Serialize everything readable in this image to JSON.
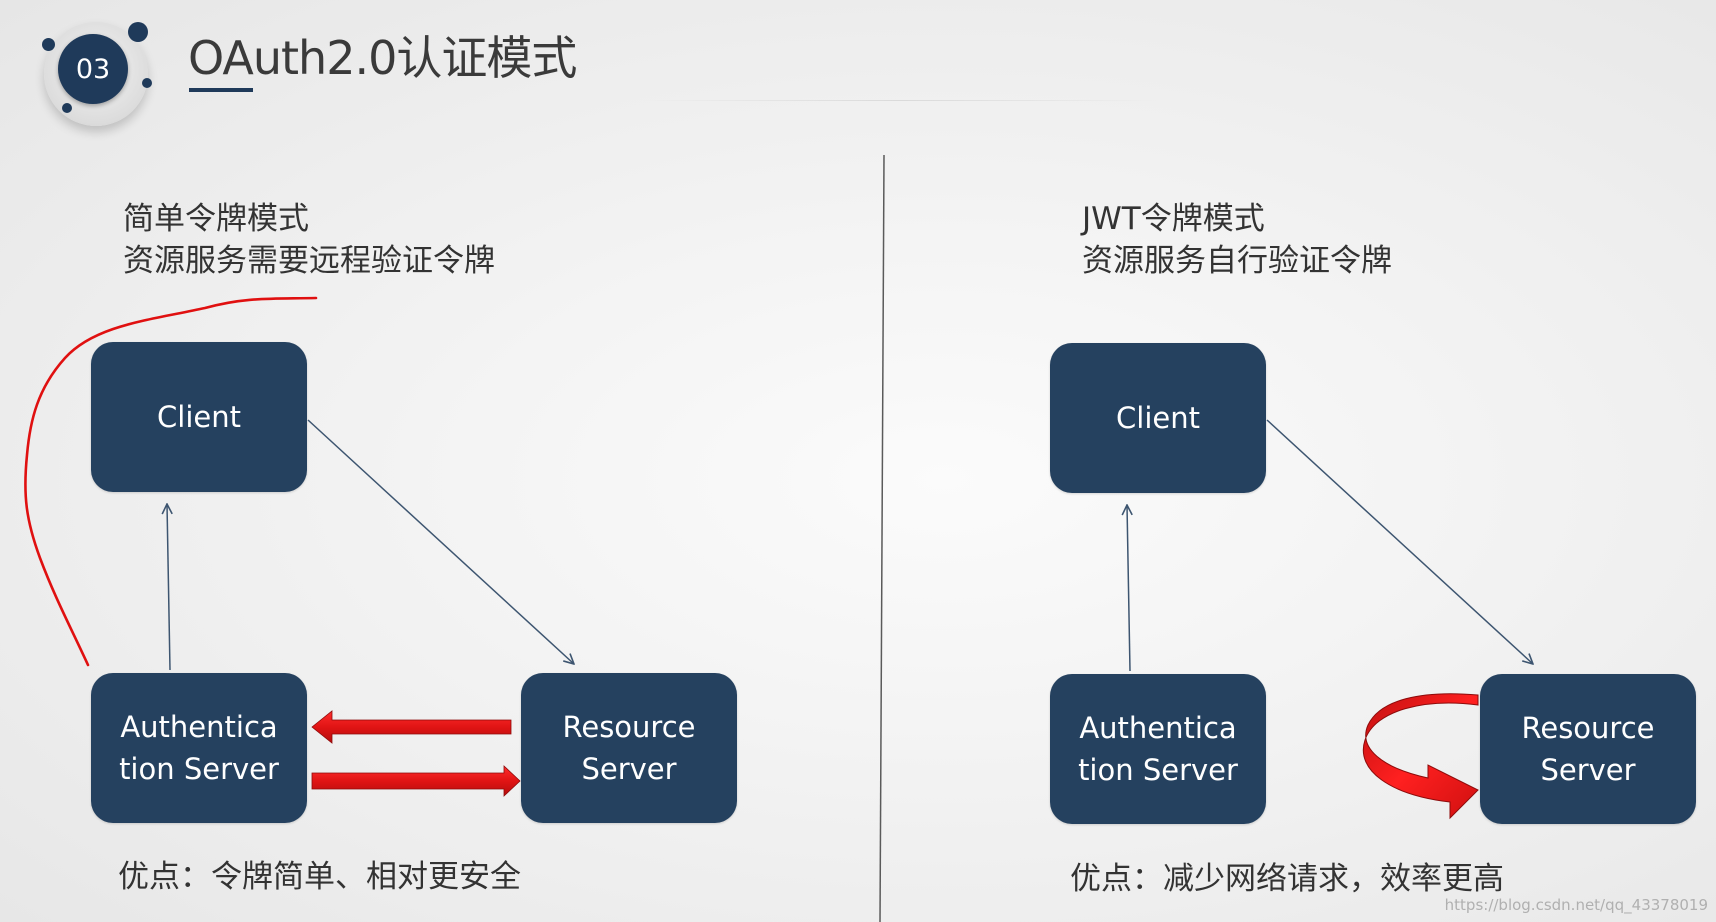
{
  "badge": {
    "number": "03"
  },
  "title": "OAuth2.0认证模式",
  "left": {
    "heading_line1": "简单令牌模式",
    "heading_line2": "资源服务需要远程验证令牌",
    "client": "Client",
    "auth_server": {
      "line1": "Authentica",
      "line2": "tion Server"
    },
    "resource_server": {
      "line1": "Resource",
      "line2": "Server"
    },
    "advantage": "优点：令牌简单、相对更安全"
  },
  "right": {
    "heading_line1": "JWT令牌模式",
    "heading_line2": "资源服务自行验证令牌",
    "client": "Client",
    "auth_server": {
      "line1": "Authentica",
      "line2": "tion Server"
    },
    "resource_server": {
      "line1": "Resource",
      "line2": "Server"
    },
    "advantage": "优点：减少网络请求，效率更高"
  },
  "watermark": "https://blog.csdn.net/qq_43378019",
  "colors": {
    "node_fill": "#25415f",
    "accent_red": "#e21d1d",
    "badge_navy": "#1f3a5a"
  }
}
